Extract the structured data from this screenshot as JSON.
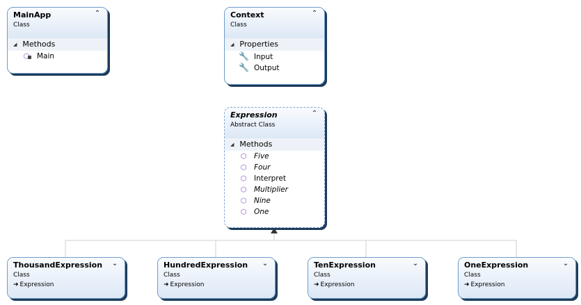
{
  "classes": {
    "mainapp": {
      "name": "MainApp",
      "stereotype": "Class",
      "section": "Methods",
      "members": [
        "Main"
      ]
    },
    "context": {
      "name": "Context",
      "stereotype": "Class",
      "section": "Properties",
      "members": [
        "Input",
        "Output"
      ]
    },
    "expression": {
      "name": "Expression",
      "stereotype": "Abstract Class",
      "section": "Methods",
      "members": [
        "Five",
        "Four",
        "Interpret",
        "Multiplier",
        "Nine",
        "One"
      ]
    },
    "thousand": {
      "name": "ThousandExpression",
      "stereotype": "Class",
      "base": "Expression"
    },
    "hundred": {
      "name": "HundredExpression",
      "stereotype": "Class",
      "base": "Expression"
    },
    "ten": {
      "name": "TenExpression",
      "stereotype": "Class",
      "base": "Expression"
    },
    "one": {
      "name": "OneExpression",
      "stereotype": "Class",
      "base": "Expression"
    }
  },
  "icons": {
    "collapse": "collapse-chevron-icon",
    "expand": "expand-chevron-icon",
    "method": "method-icon",
    "property": "wrench-icon",
    "inherit": "inherit-arrow-icon"
  },
  "colors": {
    "border": "#6f9ccb",
    "shadow": "#1e3c5a",
    "header": "#dde8f6",
    "method_icon": "#8a4fc2",
    "connector": "#d0d0d0"
  }
}
